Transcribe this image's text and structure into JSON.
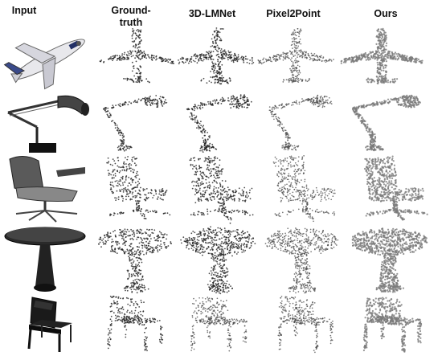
{
  "headers": {
    "input": "Input",
    "ground_truth_line1": "Ground-",
    "ground_truth_line2": "truth",
    "lmnet": "3D-LMNet",
    "pixel2point": "Pixel2Point",
    "ours": "Ours"
  },
  "rows": [
    {
      "object": "airplane"
    },
    {
      "object": "lamp"
    },
    {
      "object": "chair"
    },
    {
      "object": "table"
    },
    {
      "object": "chair-2"
    }
  ],
  "columns": [
    "input",
    "ground-truth",
    "3d-lmnet",
    "pixel2point",
    "ours"
  ],
  "colors": {
    "background": "#ffffff",
    "header_text": "#111111",
    "points_dark": "#303030",
    "points_grey": "#7a7a7a",
    "render_dark": "#222222"
  }
}
